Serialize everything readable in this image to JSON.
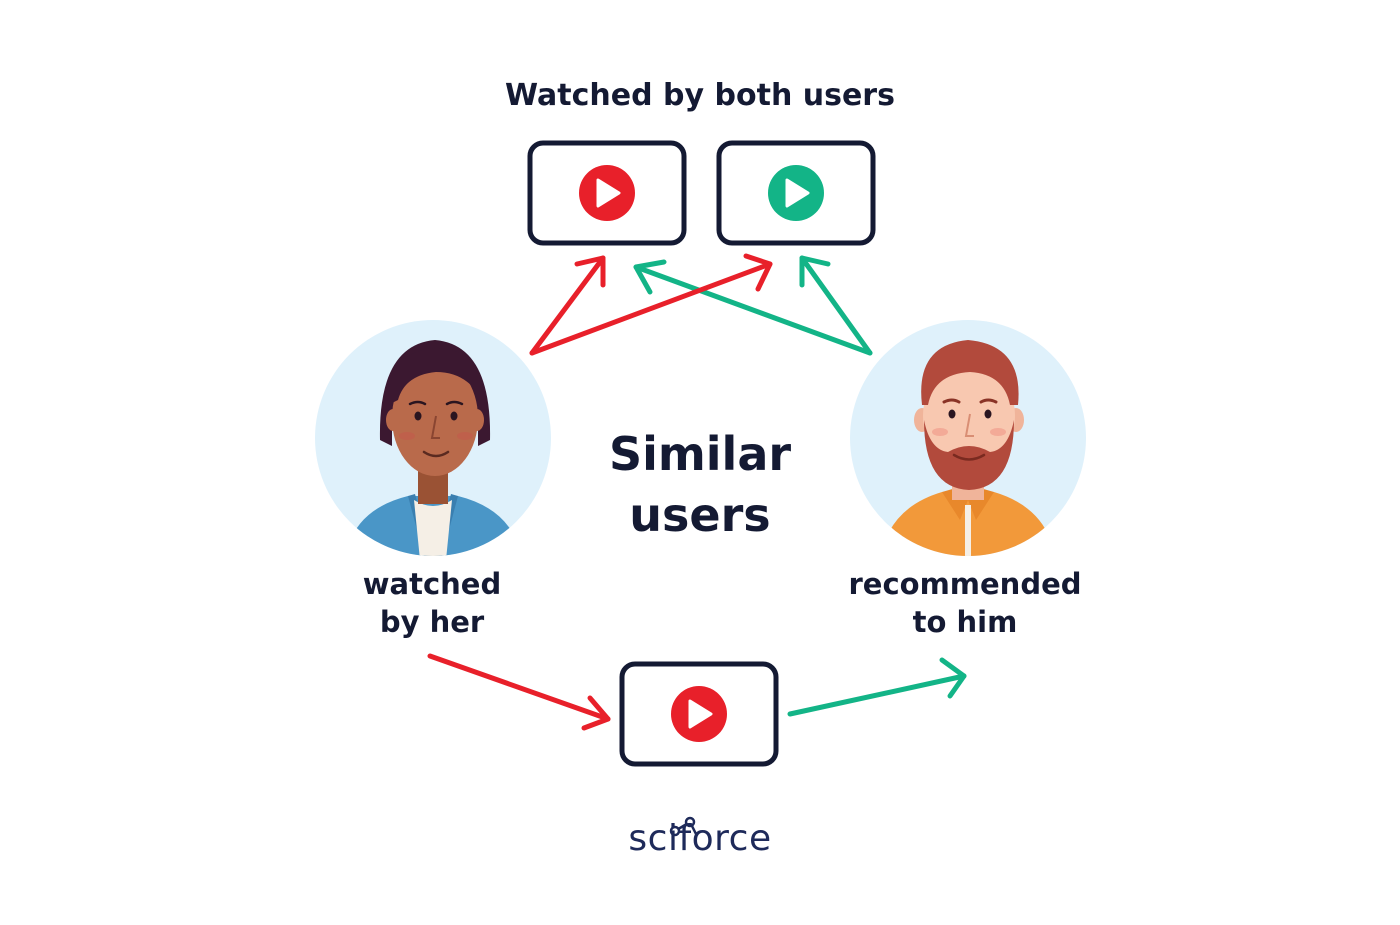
{
  "titles": {
    "watched_both": "Watched by both users",
    "similar_line1": "Similar",
    "similar_line2": "users"
  },
  "labels": {
    "her_line1": "watched",
    "her_line2": "by her",
    "him_line1": "recommended",
    "him_line2": "to him"
  },
  "logo": {
    "text": "sciforce"
  },
  "colors": {
    "red": "#e8202a",
    "green": "#13b487",
    "dark": "#141a33",
    "avatar_bg": "#dff1fb"
  },
  "icons": {
    "video_tiles": [
      "play-red-icon",
      "play-green-icon",
      "play-red-icon"
    ]
  }
}
